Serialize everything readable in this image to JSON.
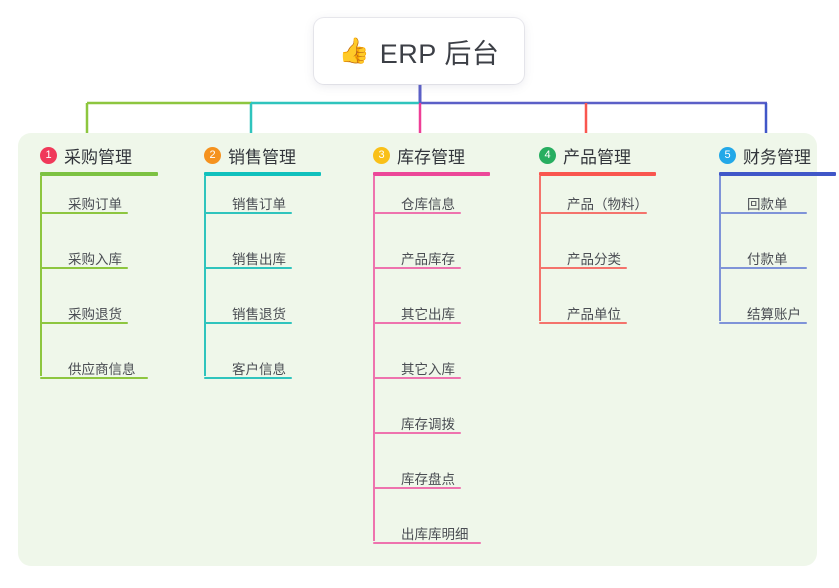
{
  "title": {
    "icon": "thumbs-up-icon",
    "icon_glyph": "👍",
    "text": "ERP 后台"
  },
  "panel": {
    "background": "#eff7ea"
  },
  "columns": [
    {
      "number": "1",
      "label": "采购管理",
      "badge_color": "#f0395a",
      "rule_color": "#7cc242",
      "line_color": "#8dc63f",
      "items": [
        {
          "label": "采购订单"
        },
        {
          "label": "采购入库"
        },
        {
          "label": "采购退货"
        },
        {
          "label": "供应商信息"
        }
      ]
    },
    {
      "number": "2",
      "label": "销售管理",
      "badge_color": "#f5921e",
      "rule_color": "#11c1bd",
      "line_color": "#2fc4bd",
      "items": [
        {
          "label": "销售订单"
        },
        {
          "label": "销售出库"
        },
        {
          "label": "销售退货"
        },
        {
          "label": "客户信息"
        }
      ]
    },
    {
      "number": "3",
      "label": "库存管理",
      "badge_color": "#f9c018",
      "rule_color": "#ec4899",
      "line_color": "#ee73ae",
      "items": [
        {
          "label": "仓库信息"
        },
        {
          "label": "产品库存"
        },
        {
          "label": "其它出库"
        },
        {
          "label": "其它入库"
        },
        {
          "label": "库存调拨"
        },
        {
          "label": "库存盘点"
        },
        {
          "label": "出库库明细"
        }
      ]
    },
    {
      "number": "4",
      "label": "产品管理",
      "badge_color": "#27ae60",
      "rule_color": "#f9564f",
      "line_color": "#f4736c",
      "items": [
        {
          "label": "产品（物料）"
        },
        {
          "label": "产品分类"
        },
        {
          "label": "产品单位"
        }
      ]
    },
    {
      "number": "5",
      "label": "财务管理",
      "badge_color": "#23a8e8",
      "rule_color": "#4057c8",
      "line_color": "#7f93d8",
      "items": [
        {
          "label": "回款单"
        },
        {
          "label": "付款单"
        },
        {
          "label": "结算账户"
        }
      ]
    }
  ],
  "connectors": {
    "stem_color": "#5b5fc7",
    "bus_segments": [
      {
        "color": "#8dc63f"
      },
      {
        "color": "#2fc4bd"
      },
      {
        "color": "#5b5fc7"
      }
    ]
  }
}
